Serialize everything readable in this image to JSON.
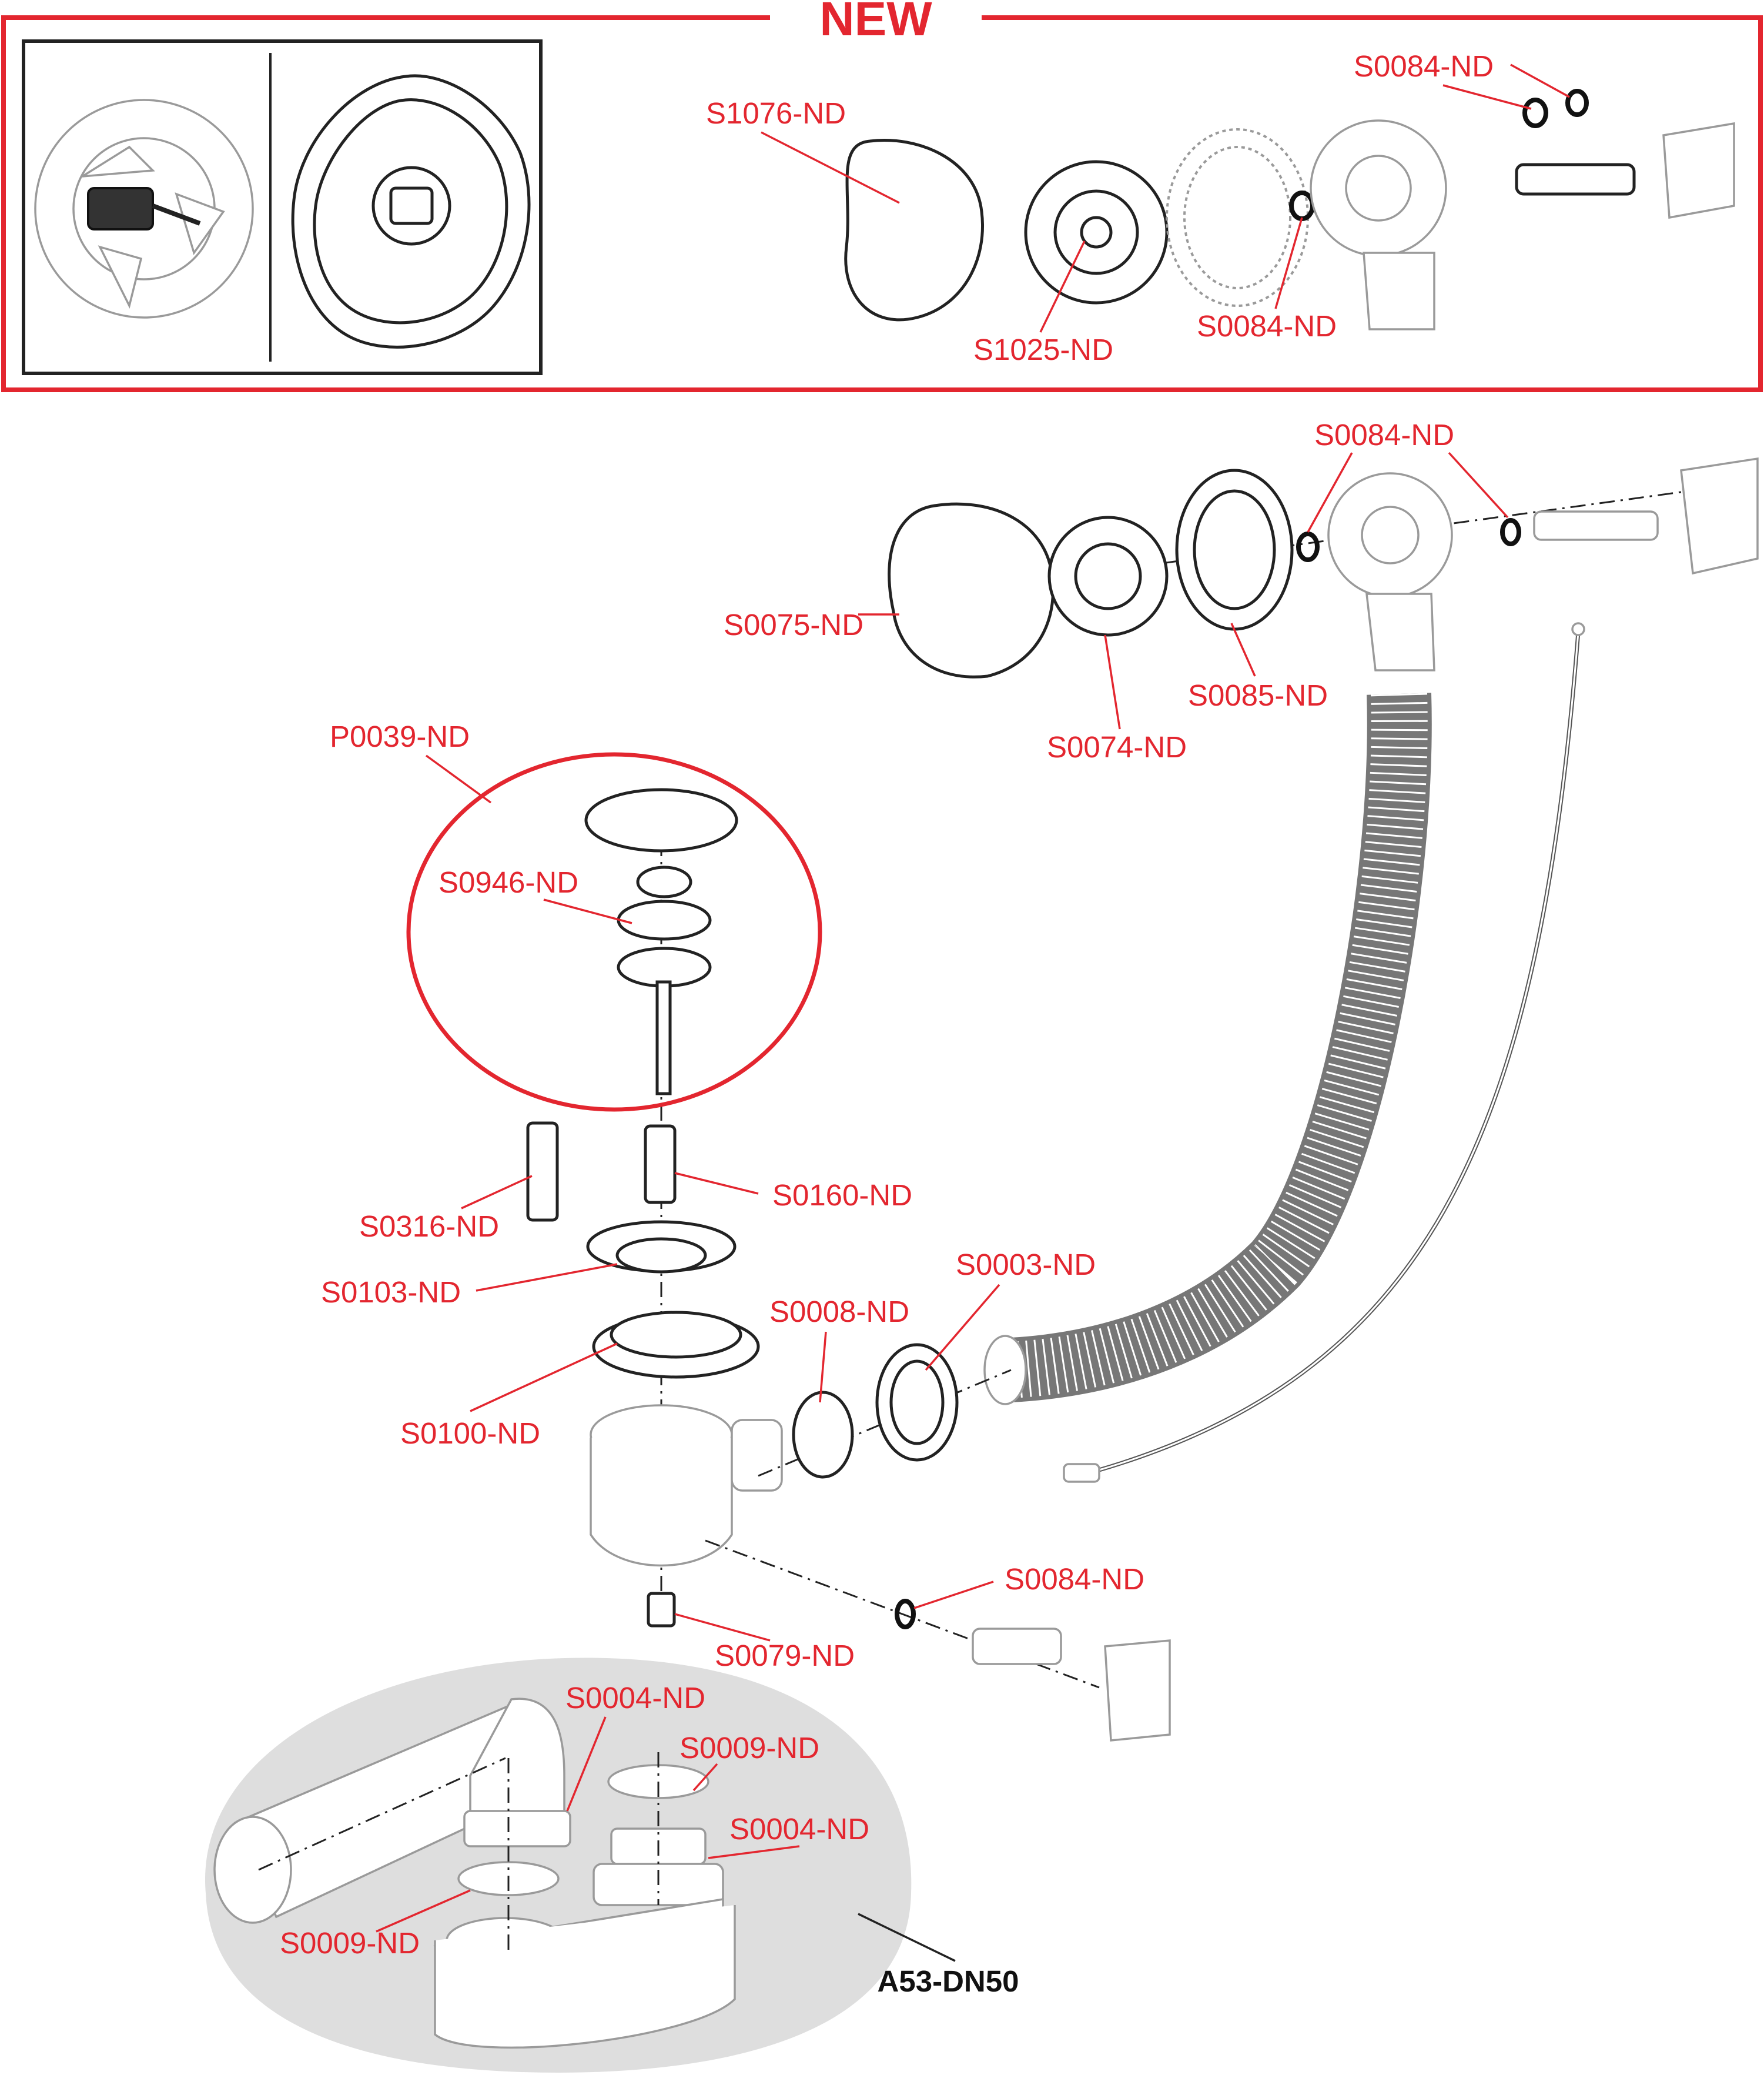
{
  "banner": {
    "title": "NEW"
  },
  "colors": {
    "accent": "#e3262f",
    "ink": "#111111",
    "shade": "#dedede"
  },
  "new_box": {
    "labels": {
      "s1076": "S1076-ND",
      "s1025": "S1025-ND",
      "s0084_top": "S0084-ND",
      "s0084_mid": "S0084-ND"
    }
  },
  "main": {
    "labels": {
      "s0084_a": "S0084-ND",
      "s0075": "S0075-ND",
      "s0085": "S0085-ND",
      "s0074": "S0074-ND",
      "p0039": "P0039-ND",
      "s0946": "S0946-ND",
      "s0160": "S0160-ND",
      "s0316": "S0316-ND",
      "s0103": "S0103-ND",
      "s0003": "S0003-ND",
      "s0008": "S0008-ND",
      "s0100": "S0100-ND",
      "s0084_b": "S0084-ND",
      "s0079": "S0079-ND"
    }
  },
  "siphon": {
    "labels": {
      "s0004_a": "S0004-ND",
      "s0009_a": "S0009-ND",
      "s0004_b": "S0004-ND",
      "s0009_b": "S0009-ND"
    },
    "model": "A53-DN50"
  }
}
